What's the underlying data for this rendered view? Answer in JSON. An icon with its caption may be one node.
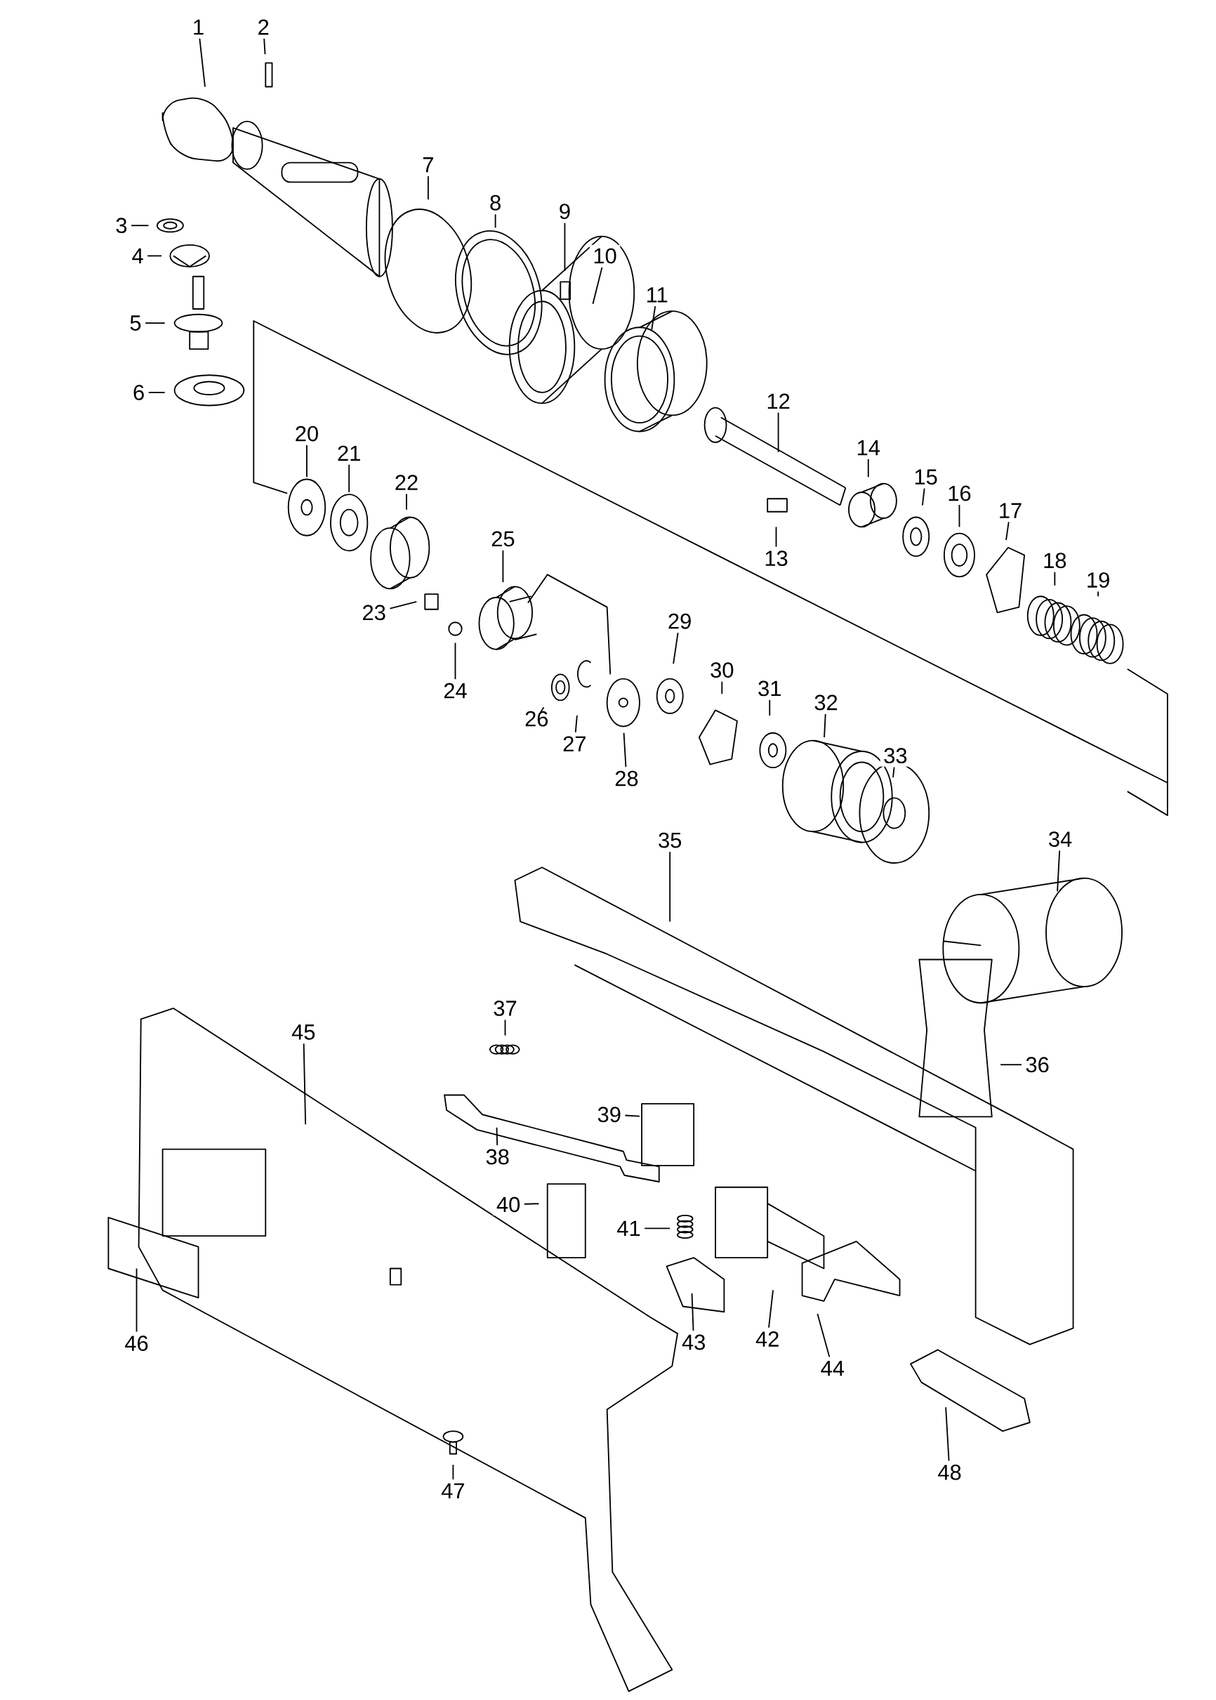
{
  "diagram": {
    "nodes": [
      {
        "text": [
          "1"
        ]
      },
      {
        "text": [
          "2"
        ]
      },
      {
        "text": [
          "3"
        ]
      },
      {
        "text": [
          "4"
        ]
      },
      {
        "text": [
          "5"
        ]
      },
      {
        "text": [
          "6"
        ]
      },
      {
        "text": [
          "7"
        ]
      },
      {
        "text": [
          "8"
        ]
      },
      {
        "text": [
          "9"
        ]
      },
      {
        "text": [
          "10"
        ]
      },
      {
        "text": [
          "11"
        ]
      },
      {
        "text": [
          "12"
        ]
      },
      {
        "text": [
          "13"
        ]
      },
      {
        "text": [
          "14"
        ]
      },
      {
        "text": [
          "15"
        ]
      },
      {
        "text": [
          "16"
        ]
      },
      {
        "text": [
          "17"
        ]
      },
      {
        "text": [
          "18"
        ]
      },
      {
        "text": [
          "19"
        ]
      },
      {
        "text": [
          "20"
        ]
      },
      {
        "text": [
          "21"
        ]
      },
      {
        "text": [
          "22"
        ]
      },
      {
        "text": [
          "23"
        ]
      },
      {
        "text": [
          "24"
        ]
      },
      {
        "text": [
          "25"
        ]
      },
      {
        "text": [
          "26"
        ]
      },
      {
        "text": [
          "27"
        ]
      },
      {
        "text": [
          "28"
        ]
      },
      {
        "text": [
          "29"
        ]
      },
      {
        "text": [
          "30"
        ]
      },
      {
        "text": [
          "31"
        ]
      },
      {
        "text": [
          "32"
        ]
      },
      {
        "text": [
          "33"
        ]
      },
      {
        "text": [
          "34"
        ]
      },
      {
        "text": [
          "35"
        ]
      },
      {
        "text": [
          "36"
        ]
      },
      {
        "text": [
          "37"
        ]
      },
      {
        "text": [
          "38"
        ]
      },
      {
        "text": [
          "39"
        ]
      },
      {
        "text": [
          "40"
        ]
      },
      {
        "text": [
          "41"
        ]
      },
      {
        "text": [
          "42"
        ]
      },
      {
        "text": [
          "43"
        ]
      },
      {
        "text": [
          "44"
        ]
      },
      {
        "text": [
          "45"
        ]
      },
      {
        "text": [
          "46"
        ]
      },
      {
        "text": [
          "47"
        ]
      },
      {
        "text": [
          "48"
        ]
      }
    ],
    "edges": [
      {
        "from": 0,
        "to": null,
        "arrow": "none"
      },
      {
        "from": 1,
        "to": null,
        "arrow": "none"
      },
      {
        "from": 2,
        "to": null,
        "arrow": "none"
      },
      {
        "from": 3,
        "to": null,
        "arrow": "none"
      },
      {
        "from": 4,
        "to": null,
        "arrow": "none"
      },
      {
        "from": 5,
        "to": null,
        "arrow": "none"
      },
      {
        "from": 6,
        "to": null,
        "arrow": "none"
      },
      {
        "from": 7,
        "to": null,
        "arrow": "none"
      },
      {
        "from": 8,
        "to": null,
        "arrow": "none"
      },
      {
        "from": 9,
        "to": null,
        "arrow": "none"
      },
      {
        "from": 10,
        "to": null,
        "arrow": "none"
      },
      {
        "from": 11,
        "to": null,
        "arrow": "none"
      },
      {
        "from": 12,
        "to": null,
        "arrow": "none"
      },
      {
        "from": 13,
        "to": null,
        "arrow": "none"
      },
      {
        "from": 14,
        "to": null,
        "arrow": "none"
      },
      {
        "from": 15,
        "to": null,
        "arrow": "none"
      },
      {
        "from": 16,
        "to": null,
        "arrow": "none"
      },
      {
        "from": 17,
        "to": null,
        "arrow": "none"
      },
      {
        "from": 18,
        "to": null,
        "arrow": "none"
      },
      {
        "from": 19,
        "to": null,
        "arrow": "none"
      },
      {
        "from": 20,
        "to": null,
        "arrow": "none"
      },
      {
        "from": 21,
        "to": null,
        "arrow": "none"
      },
      {
        "from": 22,
        "to": null,
        "arrow": "none"
      },
      {
        "from": 23,
        "to": null,
        "arrow": "none"
      },
      {
        "from": 24,
        "to": null,
        "arrow": "none"
      },
      {
        "from": 25,
        "to": null,
        "arrow": "none"
      },
      {
        "from": 26,
        "to": null,
        "arrow": "none"
      },
      {
        "from": 27,
        "to": null,
        "arrow": "none"
      },
      {
        "from": 28,
        "to": null,
        "arrow": "none"
      },
      {
        "from": 29,
        "to": null,
        "arrow": "none"
      },
      {
        "from": 30,
        "to": null,
        "arrow": "none"
      },
      {
        "from": 31,
        "to": null,
        "arrow": "none"
      },
      {
        "from": 32,
        "to": null,
        "arrow": "none"
      },
      {
        "from": 33,
        "to": null,
        "arrow": "none"
      },
      {
        "from": 34,
        "to": null,
        "arrow": "none"
      },
      {
        "from": 35,
        "to": null,
        "arrow": "none"
      },
      {
        "from": 36,
        "to": null,
        "arrow": "none"
      },
      {
        "from": 37,
        "to": null,
        "arrow": "none"
      },
      {
        "from": 38,
        "to": null,
        "arrow": "none"
      },
      {
        "from": 39,
        "to": null,
        "arrow": "none"
      },
      {
        "from": 40,
        "to": null,
        "arrow": "none"
      },
      {
        "from": 41,
        "to": null,
        "arrow": "none"
      },
      {
        "from": 42,
        "to": null,
        "arrow": "none"
      },
      {
        "from": 43,
        "to": null,
        "arrow": "none"
      },
      {
        "from": 44,
        "to": null,
        "arrow": "none"
      },
      {
        "from": 45,
        "to": null,
        "arrow": "none"
      },
      {
        "from": 46,
        "to": null,
        "arrow": "none"
      },
      {
        "from": 47,
        "to": null,
        "arrow": "none"
      }
    ]
  }
}
